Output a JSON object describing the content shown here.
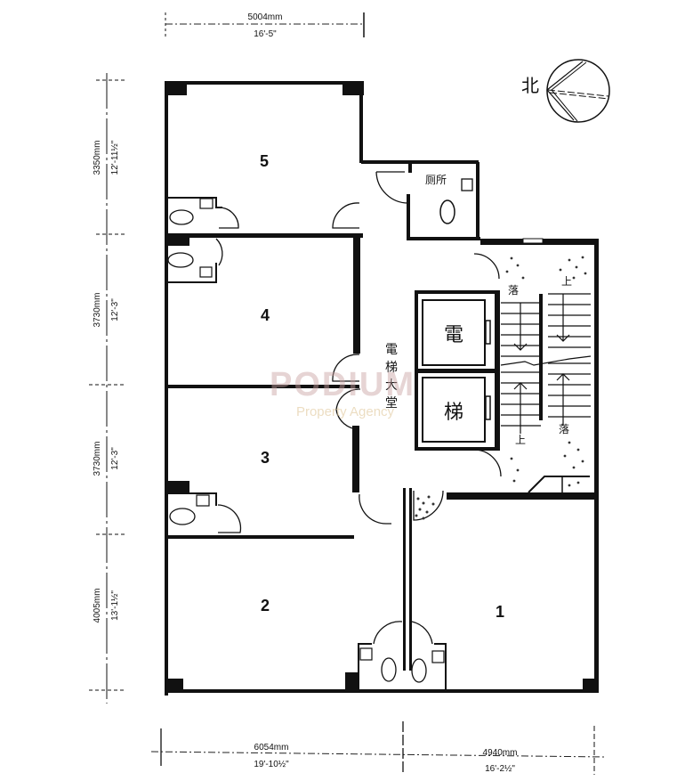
{
  "plan": {
    "north_label": "北",
    "dimensions": {
      "top": {
        "metric": "5004mm",
        "imperial": "16'-5\""
      },
      "left": [
        {
          "metric": "3350mm",
          "imperial": "12'-11½\""
        },
        {
          "metric": "3730mm",
          "imperial": "12'-3\""
        },
        {
          "metric": "3730mm",
          "imperial": "12'-3\""
        },
        {
          "metric": "4005mm",
          "imperial": "13'-1½\""
        }
      ],
      "bottom": [
        {
          "metric": "6054mm",
          "imperial": "19'-10½\""
        },
        {
          "metric": "4940mm",
          "imperial": "16'-2½\""
        }
      ]
    },
    "rooms": [
      {
        "id": "5",
        "label": "5"
      },
      {
        "id": "4",
        "label": "4"
      },
      {
        "id": "3",
        "label": "3"
      },
      {
        "id": "2",
        "label": "2"
      },
      {
        "id": "1",
        "label": "1"
      }
    ],
    "labels": {
      "toilet": "厕所",
      "lift_1": "電",
      "lift_2": "梯",
      "lobby": [
        "電",
        "梯",
        "大",
        "堂"
      ],
      "stair_down_1": "落",
      "stair_up_1": "上",
      "stair_up_2": "上",
      "stair_down_2": "落"
    },
    "watermark": {
      "title": "PODIUM",
      "subtitle": "Property Agency"
    }
  }
}
